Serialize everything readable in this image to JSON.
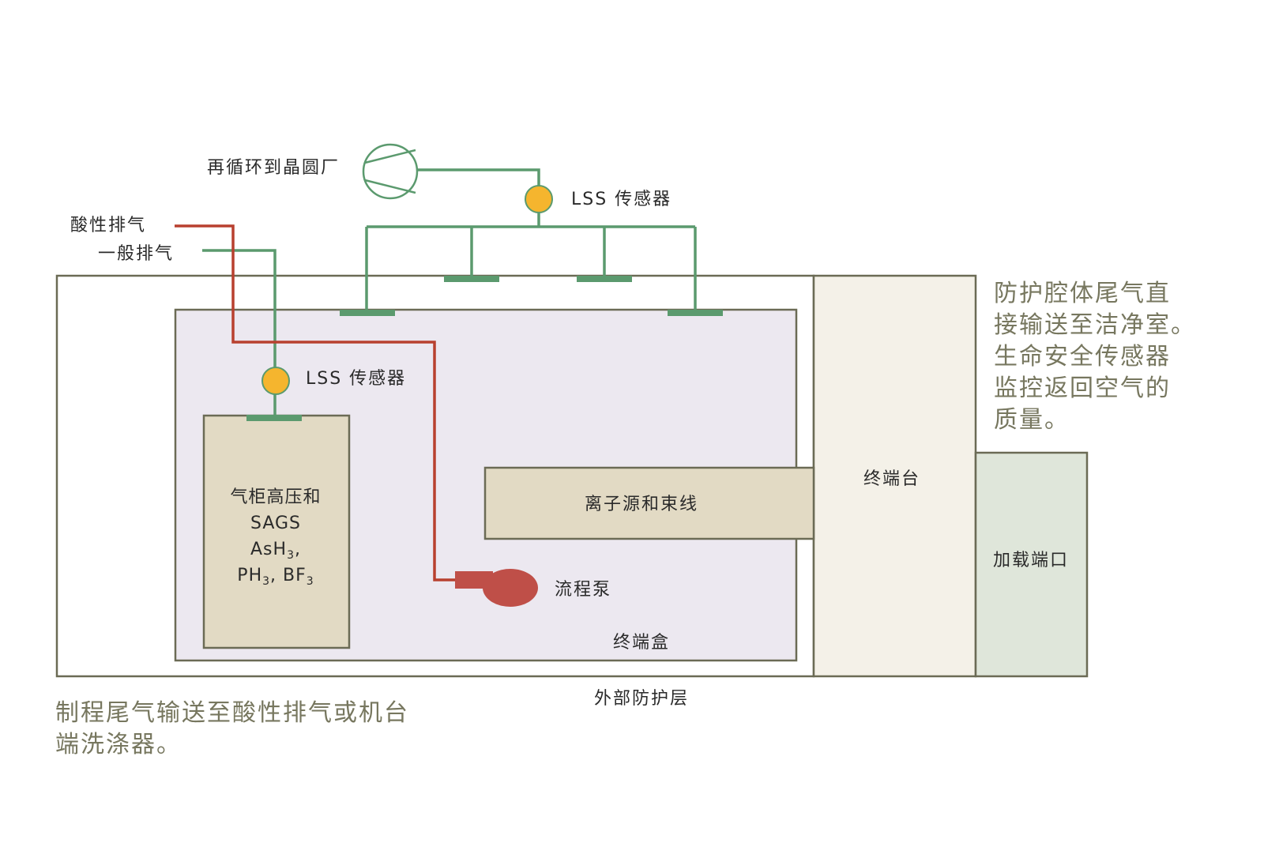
{
  "labels": {
    "recirculate": "再循环到晶圆厂",
    "acid_exhaust": "酸性排气",
    "general_exhaust": "一般排气",
    "lss_sensor_top": "LSS 传感器",
    "lss_sensor_inner": "LSS 传感器",
    "gas_cabinet_line1": "气柜高压和",
    "gas_cabinet_line2": "SAGS",
    "gas_cabinet_line3_a": "AsH",
    "gas_cabinet_line3_sub": "3",
    "gas_cabinet_line3_b": ",",
    "gas_cabinet_line4_a": "PH",
    "gas_cabinet_line4_sub1": "3",
    "gas_cabinet_line4_b": ", BF",
    "gas_cabinet_line4_sub2": "3",
    "ion_source": "离子源和束线",
    "process_pump": "流程泵",
    "terminal_box": "终端盒",
    "terminal_station": "终端台",
    "load_port": "加载端口",
    "outer_shield": "外部防护层"
  },
  "notes": {
    "right": [
      "防护腔体尾气直",
      "接输送至洁净室。",
      "生命安全传感器",
      "监控返回空气的",
      "质量。"
    ],
    "bottom": [
      "制程尾气输送至酸性排气或机台",
      "端洗涤器。"
    ]
  },
  "colors": {
    "green_line": "#5b9a6e",
    "red_line": "#b8402f",
    "sensor": "#f5b52e",
    "pump": "#bf4f48",
    "box_border": "#6b6b55",
    "terminal_box_fill": "#ece8f0",
    "cabinet_fill": "#e2dac4",
    "terminal_station_fill": "#f4f1e8",
    "load_port_fill": "#dfe6da",
    "note_text": "#77775f"
  }
}
